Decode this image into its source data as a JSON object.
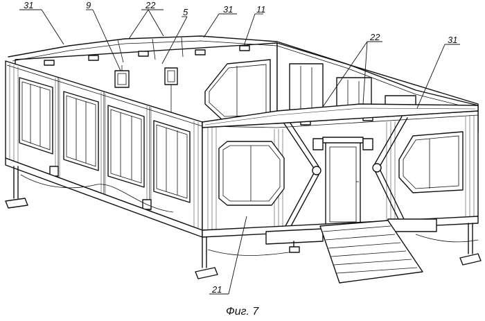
{
  "figure": {
    "caption": "Фиг. 7"
  },
  "labels": [
    {
      "id": "31-left",
      "text": "31"
    },
    {
      "id": "9",
      "text": "9"
    },
    {
      "id": "22-top",
      "text": "22"
    },
    {
      "id": "5",
      "text": "5"
    },
    {
      "id": "31-mid",
      "text": "31"
    },
    {
      "id": "11",
      "text": "11"
    },
    {
      "id": "22-right",
      "text": "22"
    },
    {
      "id": "31-right",
      "text": "31"
    },
    {
      "id": "21",
      "text": "21"
    }
  ]
}
